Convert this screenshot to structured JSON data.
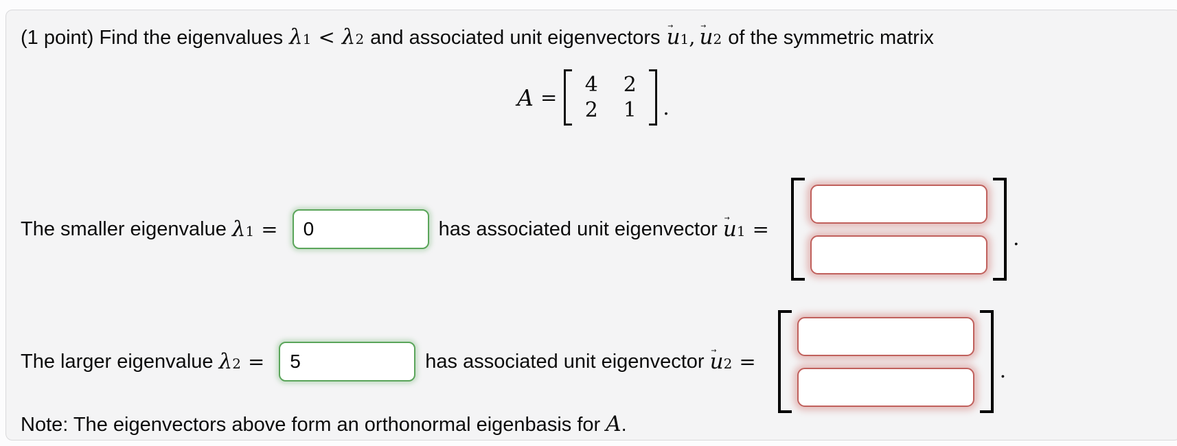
{
  "colors": {
    "correct": "#5aa55a",
    "incorrect": "#c0605c",
    "panel_bg": "#f4f4f5",
    "panel_border": "#d9d9db"
  },
  "problem": {
    "statement_1": "(1 point) Find the eigenvalues",
    "lambda": "λ",
    "lambda1_sub": "1",
    "less_than": "<",
    "lambda2_sub": "2",
    "statement_2": "and associated unit eigenvectors",
    "u": "u",
    "vec_arrow": "→",
    "u1_sub": "1",
    "comma": ",",
    "u2_sub": "2",
    "statement_3": "of the symmetric matrix"
  },
  "matrix": {
    "name": "A",
    "equals": "=",
    "rows": [
      [
        "4",
        "2"
      ],
      [
        "2",
        "1"
      ]
    ],
    "period": "."
  },
  "row_smaller": {
    "label": "The smaller eigenvalue",
    "lambda": "λ",
    "lambda_sub": "1",
    "equals": "=",
    "eigenvalue": "0",
    "mid": "has associated unit eigenvector",
    "u": "u",
    "vec_arrow": "→",
    "u_sub": "1",
    "equals2": "=",
    "vector": [
      "",
      ""
    ],
    "period": "."
  },
  "row_larger": {
    "label": "The larger eigenvalue",
    "lambda": "λ",
    "lambda_sub": "2",
    "equals": "=",
    "eigenvalue": "5",
    "mid": "has associated unit eigenvector",
    "u": "u",
    "vec_arrow": "→",
    "u_sub": "2",
    "equals2": "=",
    "vector": [
      "",
      ""
    ],
    "period": "."
  },
  "note": {
    "text": "Note: The eigenvectors above form an orthonormal eigenbasis for",
    "matrix_name": "A",
    "period": "."
  }
}
